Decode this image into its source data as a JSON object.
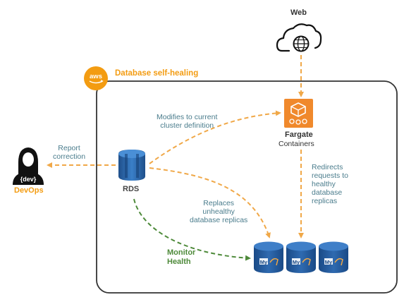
{
  "nodes": {
    "web": "Web",
    "group_title": "Database self-healing",
    "aws_badge": "aws",
    "fargate_title": "Fargate",
    "fargate_subtitle": "Containers",
    "rds": "RDS",
    "devops": "DevOps",
    "dev_tag": "{dev}",
    "db_badge": "My"
  },
  "edges": {
    "modifies": [
      "Modifies to current",
      "cluster definition"
    ],
    "report": [
      "Report",
      "correction"
    ],
    "redirects": [
      "Redirects",
      "requests to",
      "healthy",
      "database",
      "replicas"
    ],
    "replaces": [
      "Replaces",
      "unhealthy",
      "database replicas"
    ],
    "monitor": [
      "Monitor",
      "Health"
    ]
  },
  "colors": {
    "orange_arrow": "#f0a848",
    "aws_orange": "#f39c12",
    "group_border": "#333333",
    "monitor_green": "#4e8a3a",
    "label_teal": "#4a7c8c",
    "rds_blue": "#2e6fb3",
    "fargate_orange": "#f0892c"
  }
}
